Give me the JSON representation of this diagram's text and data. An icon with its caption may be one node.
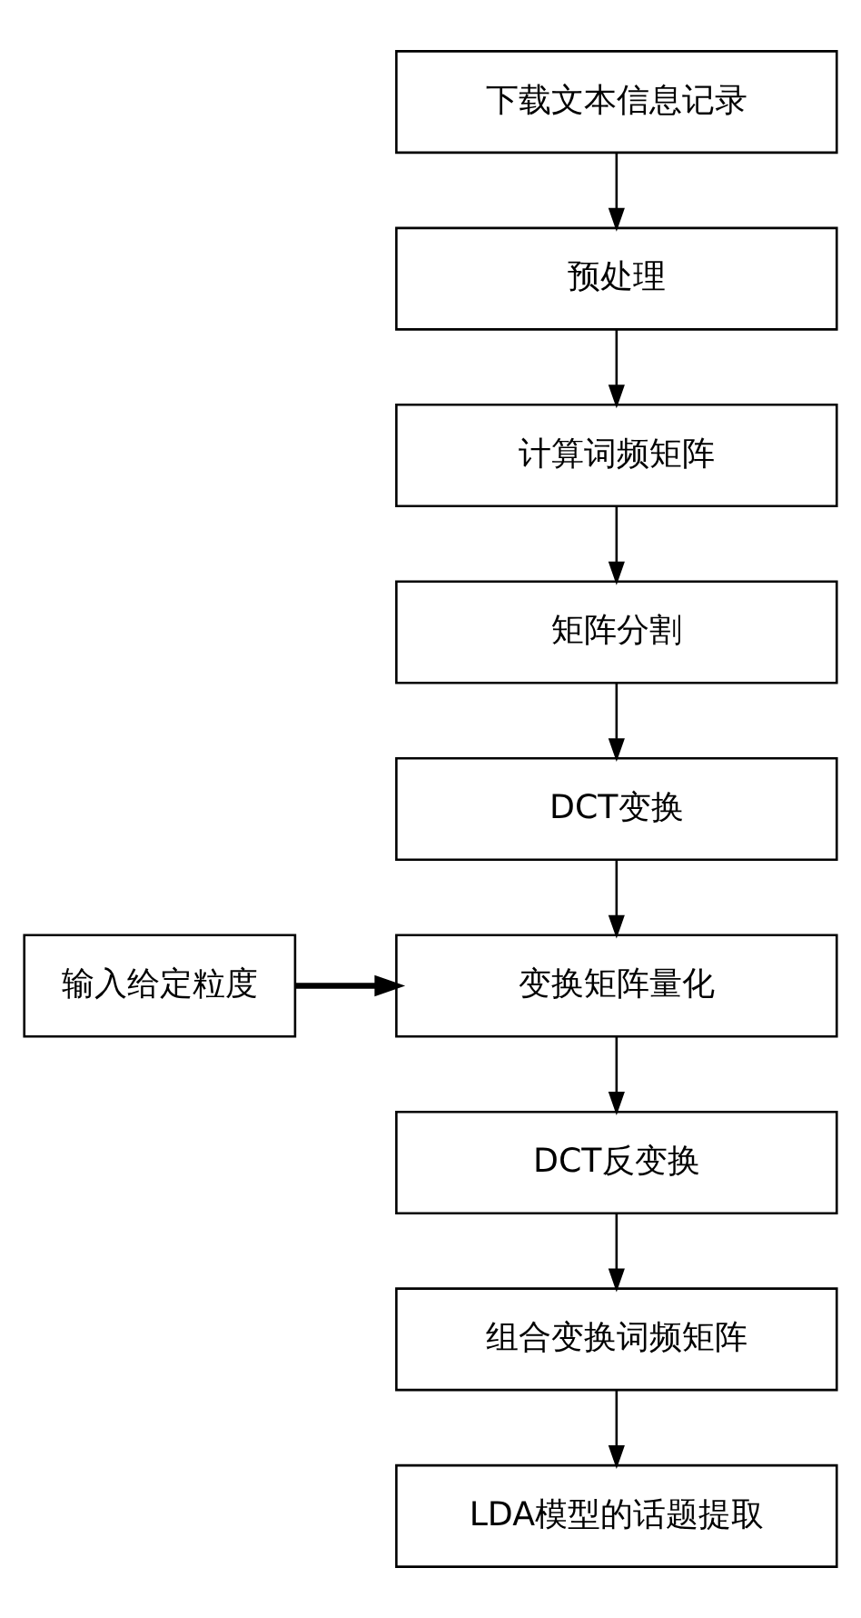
{
  "diagram": {
    "nodes": [
      {
        "text": [
          "下载文本信息记录"
        ]
      },
      {
        "text": [
          "预处理"
        ]
      },
      {
        "text": [
          "计算词频矩阵"
        ]
      },
      {
        "text": [
          "矩阵分割"
        ]
      },
      {
        "text": [
          "DCT变换"
        ]
      },
      {
        "text": [
          "变换矩阵量化"
        ]
      },
      {
        "text": [
          "DCT反变换"
        ]
      },
      {
        "text": [
          "组合变换词频矩阵"
        ]
      },
      {
        "text": [
          "LDA模型的话题提取"
        ]
      },
      {
        "text": [
          "输入给定粒度"
        ]
      }
    ],
    "edges": [
      {
        "from": 0,
        "to": 1,
        "arrow": "to"
      },
      {
        "from": 1,
        "to": 2,
        "arrow": "to"
      },
      {
        "from": 2,
        "to": 3,
        "arrow": "to"
      },
      {
        "from": 3,
        "to": 4,
        "arrow": "to"
      },
      {
        "from": 4,
        "to": 5,
        "arrow": "to"
      },
      {
        "from": 5,
        "to": 6,
        "arrow": "to"
      },
      {
        "from": 6,
        "to": 7,
        "arrow": "to"
      },
      {
        "from": 7,
        "to": 8,
        "arrow": "to"
      },
      {
        "from": 9,
        "to": 5,
        "arrow": "to",
        "style": "thick"
      }
    ]
  }
}
